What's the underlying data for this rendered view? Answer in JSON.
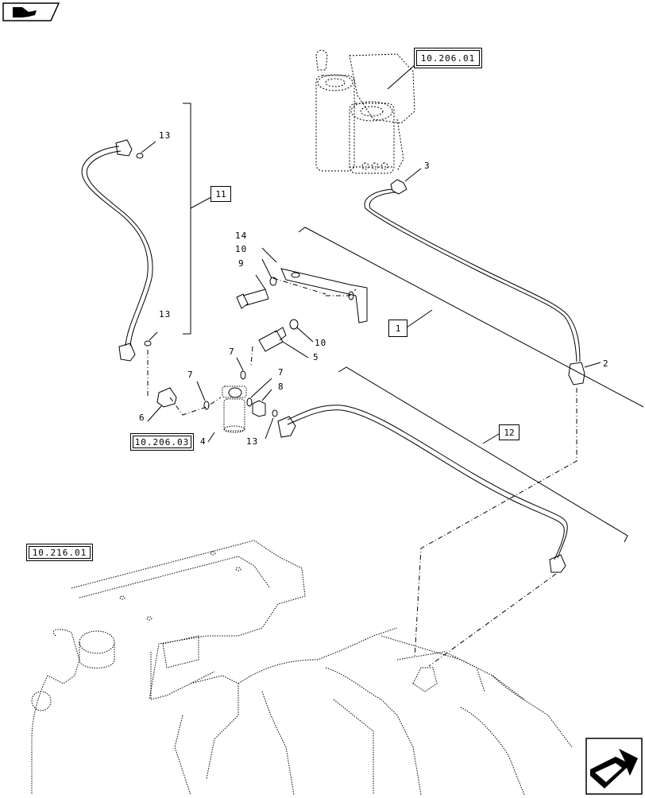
{
  "navigation": {
    "prev_icon": "page-back-arrow-icon",
    "next_icon": "page-forward-arrow-icon"
  },
  "references": {
    "filter_head": "10.206.01",
    "fuel_filter": "10.206.03",
    "engine": "10.216.01"
  },
  "callouts": {
    "c1": "1",
    "c11": "11",
    "c12": "12"
  },
  "part_numbers": {
    "p2": "2",
    "p3": "3",
    "p4": "4",
    "p5": "5",
    "p6": "6",
    "p7a": "7",
    "p7b": "7",
    "p7c": "7",
    "p8": "8",
    "p9": "9",
    "p10a": "10",
    "p10b": "10",
    "p13a": "13",
    "p13b": "13",
    "p13c": "13",
    "p14": "14"
  }
}
